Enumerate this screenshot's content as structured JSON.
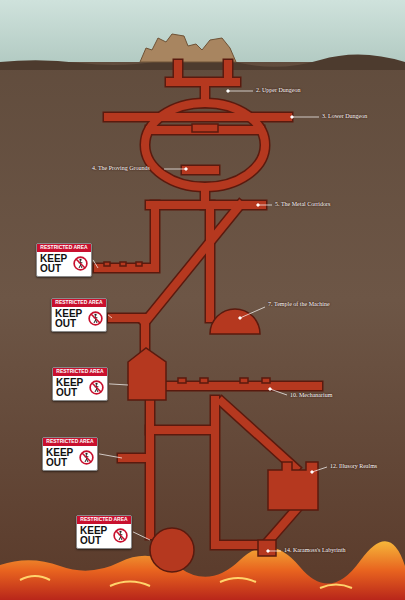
{
  "diagram": {
    "nodes": [
      {
        "text": [
          "RESTRICTED AREA",
          "KEEP OUT"
        ]
      },
      {
        "text": [
          "RESTRICTED AREA",
          "KEEP OUT"
        ]
      },
      {
        "text": [
          "RESTRICTED AREA",
          "KEEP OUT"
        ]
      },
      {
        "text": [
          "RESTRICTED AREA",
          "KEEP OUT"
        ]
      },
      {
        "text": [
          "RESTRICTED AREA",
          "KEEP OUT"
        ]
      }
    ],
    "labels": [
      "2. Upper Dungeon",
      "3. Lower Dungeon",
      "4. The Proving Grounds",
      "5. The Metal Corridors",
      "7. Temple of the Machine",
      "10. Mechanarium",
      "12. Illusory Realms",
      "14. Karamoss's Labyrinth"
    ]
  }
}
